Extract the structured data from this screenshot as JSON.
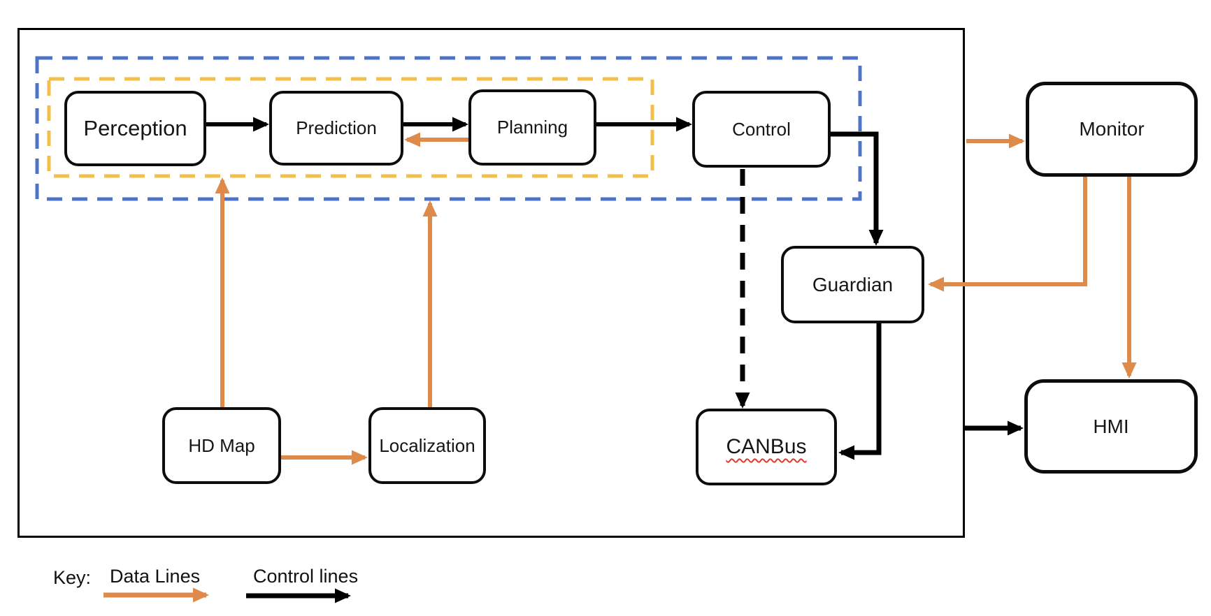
{
  "diagram": {
    "nodes": {
      "perception": {
        "label": "Perception"
      },
      "prediction": {
        "label": "Prediction"
      },
      "planning": {
        "label": "Planning"
      },
      "control": {
        "label": "Control"
      },
      "guardian": {
        "label": "Guardian"
      },
      "hd_map": {
        "label": "HD Map"
      },
      "localization": {
        "label": "Localization"
      },
      "canbus": {
        "label": "CANBus"
      },
      "monitor": {
        "label": "Monitor"
      },
      "hmi": {
        "label": "HMI"
      }
    },
    "key": {
      "title": "Key:",
      "data_lines_label": "Data Lines",
      "control_lines_label": "Control lines"
    },
    "colors": {
      "control_line": "#000000",
      "data_line": "#de8a4a",
      "dashed_box_blue": "#4f74c5",
      "dashed_box_yellow": "#f2c04a",
      "spellcheck_underline": "#e0392e"
    },
    "edges": [
      {
        "from": "Perception",
        "to": "Prediction",
        "type": "control",
        "style": "solid"
      },
      {
        "from": "Prediction",
        "to": "Planning",
        "type": "control",
        "style": "solid"
      },
      {
        "from": "Planning",
        "to": "Prediction",
        "type": "data",
        "style": "solid"
      },
      {
        "from": "Planning",
        "to": "Control",
        "type": "control",
        "style": "solid"
      },
      {
        "from": "Control",
        "to": "Guardian",
        "type": "control",
        "style": "solid"
      },
      {
        "from": "Control",
        "to": "CANBus",
        "type": "control",
        "style": "dashed"
      },
      {
        "from": "Guardian",
        "to": "CANBus",
        "type": "control",
        "style": "solid"
      },
      {
        "from": "HD Map",
        "to": "yellow-dashed-box",
        "type": "data",
        "style": "solid"
      },
      {
        "from": "HD Map",
        "to": "Localization",
        "type": "data",
        "style": "solid"
      },
      {
        "from": "Localization",
        "to": "blue-dashed-box",
        "type": "data",
        "style": "solid"
      },
      {
        "from": "outer-box",
        "to": "Monitor",
        "type": "data",
        "style": "solid"
      },
      {
        "from": "Monitor",
        "to": "Guardian",
        "type": "data",
        "style": "solid"
      },
      {
        "from": "Monitor",
        "to": "HMI",
        "type": "data",
        "style": "solid"
      },
      {
        "from": "outer-box",
        "to": "HMI",
        "type": "control",
        "style": "solid"
      }
    ]
  }
}
